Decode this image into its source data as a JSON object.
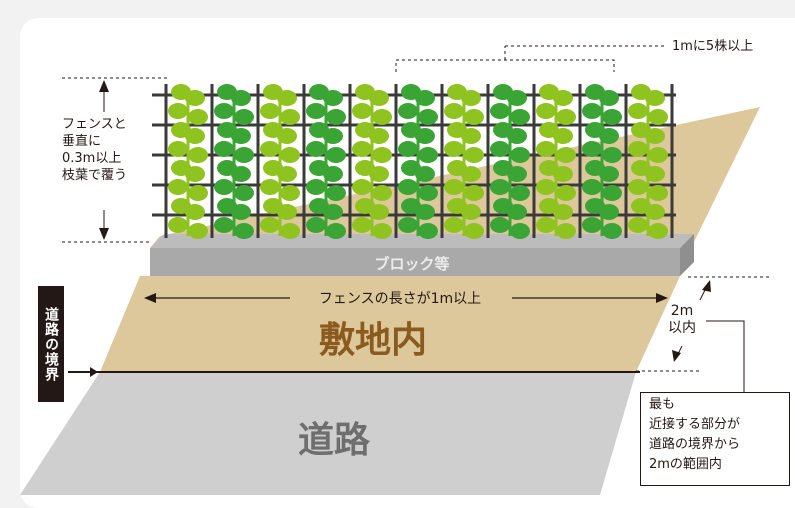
{
  "labels": {
    "five_per_meter": "1mに5株以上",
    "height_note": [
      "フェンスと",
      "垂直に",
      "0.3m以上",
      "枝葉で覆う"
    ],
    "block": "ブロック等",
    "fence_length": "フェンスの長さが1m以上",
    "site": "敷地内",
    "road": "道路",
    "distance": [
      "2m",
      "以内"
    ],
    "boundary": "道路の境界"
  },
  "note_box": [
    "最も",
    "近接する部分が",
    "道路の境界から",
    "2mの範囲内"
  ],
  "colors": {
    "site_fill": "#ddc89b",
    "site_text": "#8a5a1e",
    "road_fill": "#cfcfcf",
    "road_text": "#6e6e6e",
    "block_fill": "#a9a9a9",
    "leaf_light": "#8fc31f",
    "leaf_dark": "#3aa535",
    "fence_post": "#3a3a3a"
  },
  "plant_count": 11
}
